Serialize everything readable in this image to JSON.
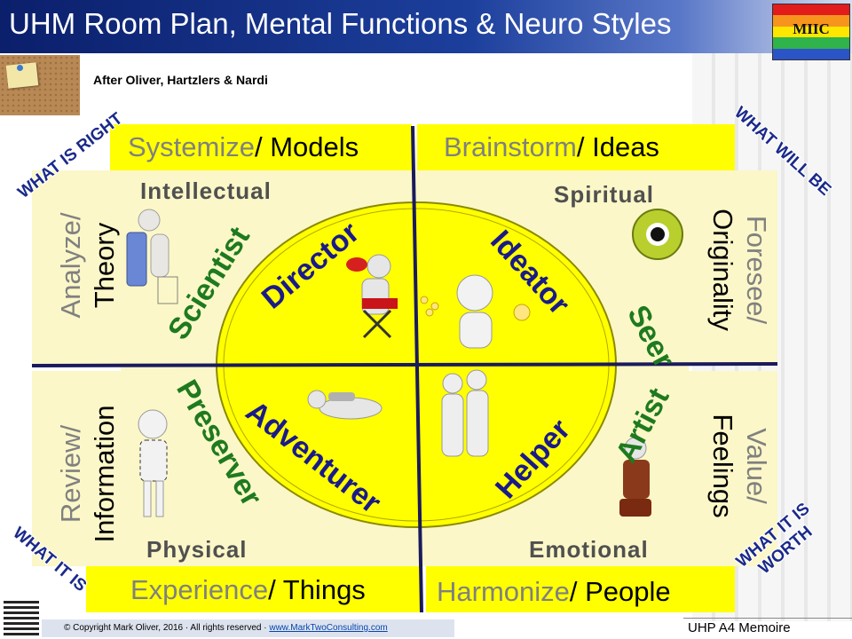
{
  "header": {
    "title": "UHM Room Plan, Mental Functions & Neuro Styles",
    "logo_text": "MIIC",
    "logo_colors": [
      "#e21b1b",
      "#f7941d",
      "#ffe600",
      "#2fb34a",
      "#2b54c6",
      "#7b2d9e"
    ]
  },
  "subtitle": "After Oliver, Hartzlers & Nardi",
  "corners": {
    "top_left": "WHAT IS RIGHT",
    "top_right": "WHAT WILL BE",
    "bottom_left": "WHAT IT IS",
    "bottom_right_line1": "WHAT IT IS",
    "bottom_right_line2": "WORTH"
  },
  "bars": {
    "top_left": {
      "grey": "Systemize",
      "black": "/ Models"
    },
    "top_right": {
      "grey": "Brainstorm",
      "black": "/ Ideas"
    },
    "bottom_left": {
      "grey": "Experience",
      "black": "/ Things"
    },
    "bottom_right": {
      "grey": "Harmonize",
      "black": "/ People"
    }
  },
  "sides": {
    "left_top": {
      "grey": "Analyze/",
      "black": "Theory"
    },
    "left_bottom": {
      "grey": "Review/",
      "black": "Information"
    },
    "right_top": {
      "grey": "Foresee/",
      "black": "Originality"
    },
    "right_bottom": {
      "grey": "Value/",
      "black": "Feelings"
    }
  },
  "quadrants": {
    "intellectual": "Intellectual",
    "spiritual": "Spiritual",
    "physical": "Physical",
    "emotional": "Emotional"
  },
  "roles": {
    "scientist": "Scientist",
    "director": "Director",
    "ideator": "Ideator",
    "seer": "Seer",
    "preserver": "Preserver",
    "adventurer": "Adventurer",
    "helper": "Helper",
    "artist": "Artist"
  },
  "colors": {
    "yellow": "#ffff00",
    "navy_lines": "#1a1a5e",
    "role_green": "#1e7a1e",
    "role_navy": "#1a1a8a"
  },
  "footer": {
    "copyright": "© Copyright Mark Oliver, 2016 · All rights reserved · ",
    "link": "www.MarkTwoConsulting.com",
    "memoire": "UHP A4 Memoire"
  }
}
